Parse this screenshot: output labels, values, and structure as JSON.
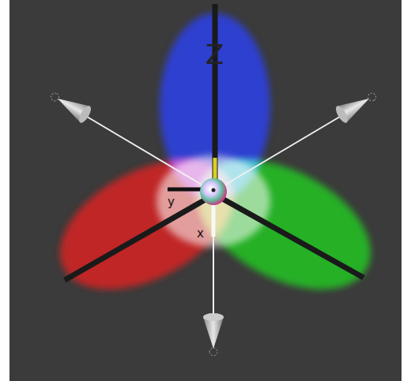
{
  "diagram": {
    "labels": [
      "Z",
      "y",
      "x"
    ]
  }
}
